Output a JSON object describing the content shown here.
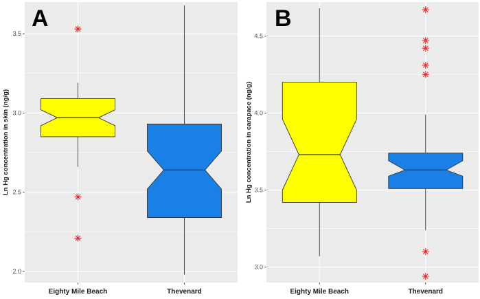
{
  "colors": {
    "panel_bg": "#ebebeb",
    "grid": "#ffffff",
    "yellow_box": "#ffff00",
    "blue_box": "#1a80e6",
    "outlier": "#ff2020",
    "whisker": "#333333"
  },
  "chart_data": [
    {
      "type": "box",
      "panel": "A",
      "ylabel": "Ln Hg concentration in skin (ng/g)",
      "ylim": [
        1.93,
        3.7
      ],
      "yticks": [
        "2.0",
        "2.5",
        "3.0",
        "3.5"
      ],
      "yticks_values": [
        2.0,
        2.5,
        3.0,
        3.5
      ],
      "grid": true,
      "categories": [
        "Eighty Mile Beach",
        "Thevenard"
      ],
      "boxes": [
        {
          "name": "Eighty Mile Beach",
          "color": "#ffff00",
          "whisker_low": 2.66,
          "q1": 2.85,
          "median": 2.97,
          "q3": 3.09,
          "whisker_high": 3.19,
          "notch_low": 2.92,
          "notch_high": 3.02,
          "outliers": [
            3.53,
            2.47,
            2.21
          ]
        },
        {
          "name": "Thevenard",
          "color": "#1a80e6",
          "whisker_low": 1.98,
          "q1": 2.34,
          "median": 2.64,
          "q3": 2.93,
          "whisker_high": 3.68,
          "notch_low": 2.52,
          "notch_high": 2.76,
          "outliers": []
        }
      ]
    },
    {
      "type": "box",
      "panel": "B",
      "ylabel": "Ln Hg concentration in carapace (ng/g)",
      "ylim": [
        2.9,
        4.72
      ],
      "yticks": [
        "3.0",
        "3.5",
        "4.0",
        "4.5"
      ],
      "yticks_values": [
        3.0,
        3.5,
        4.0,
        4.5
      ],
      "grid": true,
      "categories": [
        "Eighty Mile Beach",
        "Thevenard"
      ],
      "boxes": [
        {
          "name": "Eighty Mile Beach",
          "color": "#ffff00",
          "whisker_low": 3.07,
          "q1": 3.42,
          "median": 3.73,
          "q3": 4.2,
          "whisker_high": 4.68,
          "notch_low": 3.5,
          "notch_high": 3.96,
          "outliers": []
        },
        {
          "name": "Thevenard",
          "color": "#1a80e6",
          "whisker_low": 3.24,
          "q1": 3.51,
          "median": 3.63,
          "q3": 3.74,
          "whisker_high": 3.99,
          "notch_low": 3.59,
          "notch_high": 3.69,
          "outliers": [
            4.67,
            4.47,
            4.42,
            4.31,
            4.25,
            3.1,
            2.94
          ]
        }
      ]
    }
  ]
}
